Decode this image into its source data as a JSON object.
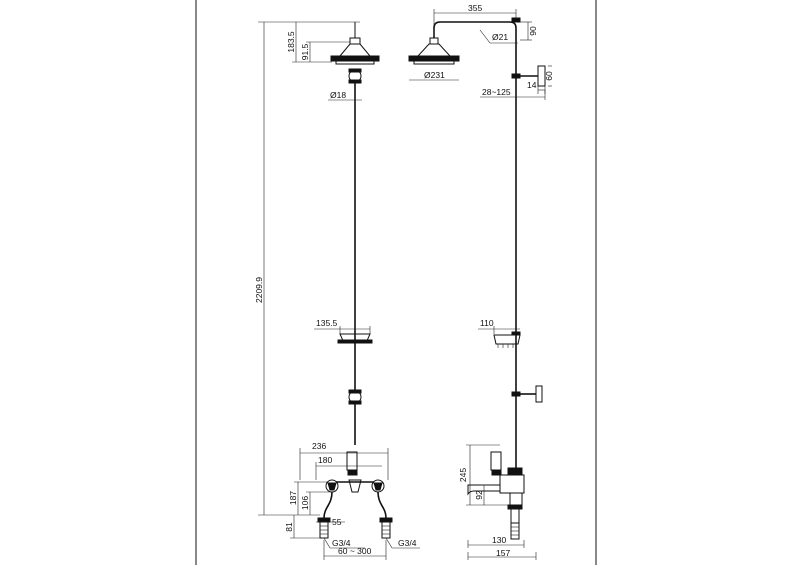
{
  "drawing": {
    "front_view": {
      "dim_total_height": "2209.9",
      "dim_head_height": "183.5",
      "dim_head_rose": "91.5",
      "dim_riser_dia": "Ø18",
      "dim_soap_dish": "135.5",
      "dim_body_width": "236",
      "dim_centres": "180",
      "dim_spout_height": "187",
      "dim_leg_height": "106",
      "dim_leg_bottom": "81",
      "dim_spout_drop": "55",
      "dim_thread_left": "G3/4",
      "dim_thread_right": "G3/4",
      "dim_centre_range": "60 ~ 300"
    },
    "side_view": {
      "dim_arm_length": "355",
      "dim_arm_dia": "Ø21",
      "dim_arm_height": "90",
      "dim_head_dia": "Ø231",
      "dim_bracket_width": "14",
      "dim_bracket_height": "60",
      "dim_wall_range": "28~125",
      "dim_soap_dish": "110",
      "dim_body_height": "245",
      "dim_spout_level": "92",
      "dim_base_depth": "130",
      "dim_total_depth": "157"
    }
  }
}
